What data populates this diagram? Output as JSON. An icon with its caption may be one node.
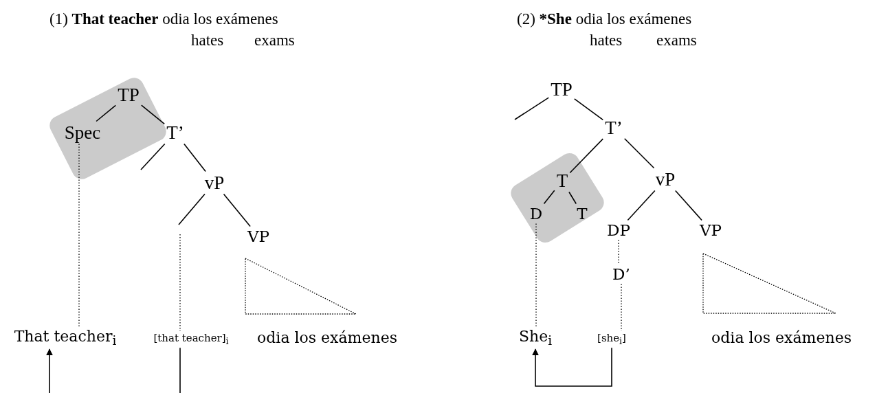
{
  "diagram": {
    "nodes": [
      {
        "text": [],
        "shape": "box"
      },
      {
        "text": [
          "TP"
        ],
        "in": 0
      },
      {
        "text": [
          "Spec"
        ],
        "in": 0
      },
      {
        "text": [
          "T’"
        ]
      },
      {
        "text": [
          "vP"
        ]
      },
      {
        "text": [
          "VP"
        ]
      },
      {
        "text": [
          "That teacher$_{i}$"
        ]
      },
      {
        "text": [
          "[that teacher]$_{i}$"
        ]
      },
      {
        "text": [
          "odia los exámenes"
        ]
      },
      {
        "text": [
          "TP"
        ]
      },
      {
        "text": [
          "T’"
        ]
      },
      {
        "text": [],
        "shape": "box"
      },
      {
        "text": [
          "T"
        ],
        "in": 11
      },
      {
        "text": [
          "D"
        ],
        "in": 11
      },
      {
        "text": [
          "T"
        ],
        "in": 11
      },
      {
        "text": [
          "vP"
        ]
      },
      {
        "text": [
          "DP"
        ]
      },
      {
        "text": [
          "VP"
        ]
      },
      {
        "text": [
          "D’"
        ]
      },
      {
        "text": [
          "She$_{i}$"
        ]
      },
      {
        "text": [
          "[she$_{i}$]"
        ]
      },
      {
        "text": [
          "odia los exámenes"
        ]
      },
      {
        "text": [],
        "shape": "triangle"
      },
      {
        "text": [],
        "shape": "triangle"
      }
    ],
    "edges": [
      {
        "from": 1,
        "to": 2,
        "arrow": "none"
      },
      {
        "from": 1,
        "to": 3,
        "arrow": "none"
      },
      {
        "from": 3,
        "to": null,
        "arrow": "none"
      },
      {
        "from": 3,
        "to": 4,
        "arrow": "none"
      },
      {
        "from": 4,
        "to": null,
        "arrow": "none"
      },
      {
        "from": 4,
        "to": 5,
        "arrow": "none"
      },
      {
        "from": 2,
        "to": 6,
        "arrow": "none",
        "style": "dashed"
      },
      {
        "from": null,
        "to": 7,
        "arrow": "none",
        "style": "dashed"
      },
      {
        "from": null,
        "to": 6,
        "arrow": "to"
      },
      {
        "from": 7,
        "to": null,
        "arrow": "none"
      },
      {
        "from": 9,
        "to": null,
        "arrow": "none"
      },
      {
        "from": 9,
        "to": 10,
        "arrow": "none"
      },
      {
        "from": 10,
        "to": 12,
        "arrow": "none"
      },
      {
        "from": 10,
        "to": 15,
        "arrow": "none"
      },
      {
        "from": 12,
        "to": 13,
        "arrow": "none"
      },
      {
        "from": 12,
        "to": 14,
        "arrow": "none"
      },
      {
        "from": 15,
        "to": 16,
        "arrow": "none"
      },
      {
        "from": 15,
        "to": 17,
        "arrow": "none"
      },
      {
        "from": 16,
        "to": 18,
        "arrow": "none",
        "style": "dashed"
      },
      {
        "from": 18,
        "to": 20,
        "arrow": "none",
        "style": "dashed"
      },
      {
        "from": 13,
        "to": 19,
        "arrow": "none",
        "style": "dashed"
      },
      {
        "from": 20,
        "to": 19,
        "arrow": "to"
      }
    ],
    "labels": [
      "(1) **That teacher** odia los exámenes",
      "hates",
      "exams",
      "(2) ***She** odia los exámenes",
      "hates",
      "exams"
    ]
  }
}
